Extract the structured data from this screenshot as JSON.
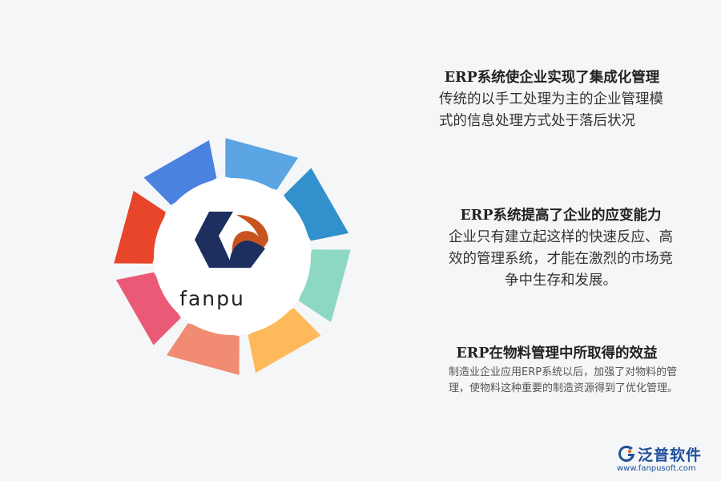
{
  "center": {
    "brand": "fanpu"
  },
  "segments": [
    {
      "color": "#5aa5e2"
    },
    {
      "color": "#3290cc"
    },
    {
      "color": "#8dd8c2"
    },
    {
      "color": "#fdb95a"
    },
    {
      "color": "#f18b72"
    },
    {
      "color": "#ea5a77"
    },
    {
      "color": "#e8452a"
    },
    {
      "color": "#4a82e0"
    }
  ],
  "items": [
    {
      "title": "ERP系统使企业实现了集成化管理",
      "body": "传统的以手工处理为主的企业管理模式的信息处理方式处于落后状况"
    },
    {
      "title": "ERP系统提高了企业的应变能力",
      "body": "企业只有建立起这样的快速反应、高效的管理系统，才能在激烈的市场竞争中生存和发展。"
    },
    {
      "title": "ERP在物料管理中所取得的效益",
      "body": "制造业企业应用ERP系统以后，加强了对物料的管理，使物料这种重要的制造资源得到了优化管理。"
    }
  ],
  "logo": {
    "name": "泛普软件",
    "url": "www.fanpusoft.com"
  }
}
